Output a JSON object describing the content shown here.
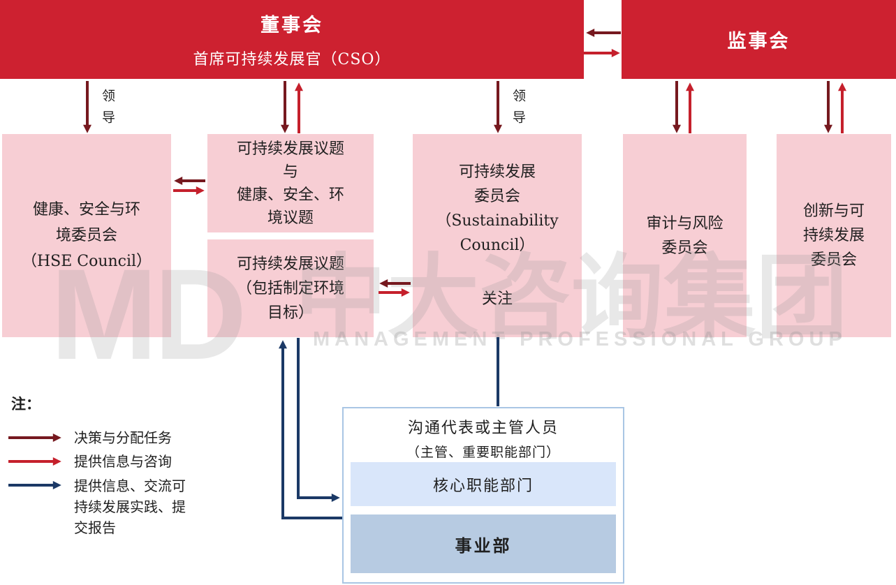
{
  "banners": {
    "board": {
      "title": "董事会",
      "subtitle": "首席可持续发展官（CSO）"
    },
    "supervisory": {
      "title": "监事会"
    }
  },
  "labels": {
    "lead": "领导"
  },
  "boxes": {
    "hse": {
      "lines": [
        "健康、安全与环",
        "境委员会",
        "（HSE Council）"
      ]
    },
    "agenda_top": {
      "lines": [
        "可持续发展议题",
        "与",
        "健康、安全、环",
        "境议题"
      ]
    },
    "agenda_bottom": {
      "lines": [
        "可持续发展议题",
        "（包括制定环境",
        "目标）"
      ]
    },
    "council": {
      "lines": [
        "可持续发展",
        "委员会",
        "（Sustainability",
        "Council）"
      ],
      "focus": "关注"
    },
    "audit": {
      "lines": [
        "审计与风险",
        "委员会"
      ]
    },
    "innovation": {
      "lines": [
        "创新与可",
        "持续发展",
        "委员会"
      ]
    }
  },
  "bottom_panel": {
    "title": "沟通代表或主管人员",
    "subtitle": "（主管、重要职能部门）",
    "core_label": "核心职能部门",
    "business_label": "事业部"
  },
  "legend": {
    "note": "注：",
    "items": [
      {
        "label": "决策与分配任务",
        "color": "#76191F"
      },
      {
        "label": "提供信息与咨询",
        "color": "#C5202C"
      },
      {
        "label_lines": [
          "提供信息、交流可",
          "持续发展实践、提",
          "交报告"
        ],
        "color": "#1B3966"
      }
    ]
  },
  "watermark": {
    "logo": "MD",
    "cn": "中大咨询集团",
    "en": "MANAGEMENT PROFESSIONAL GROUP"
  },
  "colors": {
    "banner_red": "#CD2130",
    "box_pink": "#F7CED4",
    "arrow_maroon": "#76191F",
    "arrow_red": "#C5202C",
    "arrow_navy": "#1B3966",
    "panel_border_blue": "#A9C6E4",
    "core_box_blue": "#D9E6FA",
    "business_box_blue": "#B7CBE2"
  }
}
